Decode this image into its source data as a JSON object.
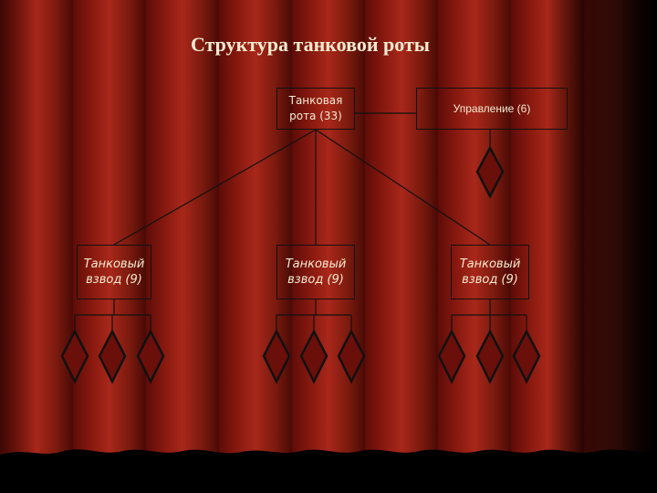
{
  "title": "Структура танковой роты",
  "nodes": {
    "company": "Танковая\nрота (33)",
    "management": "Управление (6)",
    "platoons": [
      "Танковый\nвзвод (9)",
      "Танковый\nвзвод (9)",
      "Танковый\nвзвод (9)"
    ]
  },
  "tank_icon": "diamond",
  "colors": {
    "curtain": "#8a1a10",
    "text": "#f4ead0",
    "lines": "#111111"
  }
}
